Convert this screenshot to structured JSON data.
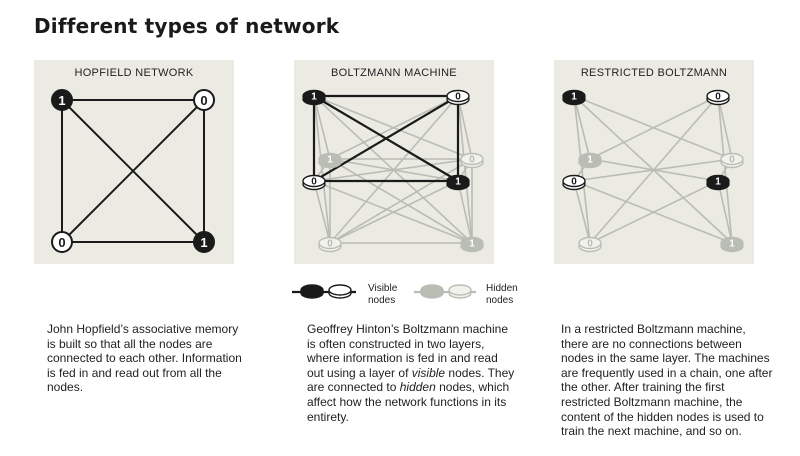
{
  "title": "Different types of network",
  "panels": [
    {
      "name": "hopfield",
      "title": "HOPFIELD NETWORK",
      "nodes": [
        {
          "id": "a",
          "value": "1",
          "type": "visible",
          "state": "on"
        },
        {
          "id": "b",
          "value": "0",
          "type": "visible",
          "state": "off"
        },
        {
          "id": "c",
          "value": "0",
          "type": "visible",
          "state": "off"
        },
        {
          "id": "d",
          "value": "1",
          "type": "visible",
          "state": "on"
        }
      ]
    },
    {
      "name": "boltzmann",
      "title": "BOLTZMANN MACHINE",
      "nodes": [
        {
          "id": "v1",
          "value": "1",
          "type": "visible",
          "state": "on"
        },
        {
          "id": "v2",
          "value": "0",
          "type": "visible",
          "state": "off"
        },
        {
          "id": "v3",
          "value": "0",
          "type": "visible",
          "state": "off"
        },
        {
          "id": "v4",
          "value": "1",
          "type": "visible",
          "state": "on"
        },
        {
          "id": "h1",
          "value": "1",
          "type": "hidden",
          "state": "on"
        },
        {
          "id": "h2",
          "value": "0",
          "type": "hidden",
          "state": "off"
        },
        {
          "id": "h3",
          "value": "0",
          "type": "hidden",
          "state": "off"
        },
        {
          "id": "h4",
          "value": "1",
          "type": "hidden",
          "state": "on"
        }
      ]
    },
    {
      "name": "restricted",
      "title": "RESTRICTED BOLTZMANN",
      "nodes": [
        {
          "id": "v1",
          "value": "1",
          "type": "visible",
          "state": "on"
        },
        {
          "id": "v2",
          "value": "0",
          "type": "visible",
          "state": "off"
        },
        {
          "id": "v3",
          "value": "0",
          "type": "visible",
          "state": "off"
        },
        {
          "id": "v4",
          "value": "1",
          "type": "visible",
          "state": "on"
        },
        {
          "id": "h1",
          "value": "1",
          "type": "hidden",
          "state": "on"
        },
        {
          "id": "h2",
          "value": "0",
          "type": "hidden",
          "state": "off"
        },
        {
          "id": "h3",
          "value": "0",
          "type": "hidden",
          "state": "off"
        },
        {
          "id": "h4",
          "value": "1",
          "type": "hidden",
          "state": "on"
        }
      ]
    }
  ],
  "legend": {
    "visible_line1": "Visible",
    "visible_line2": "nodes",
    "hidden_line1": "Hidden",
    "hidden_line2": "nodes"
  },
  "descriptions": {
    "hopfield": "John Hopfield’s associative memory is built so that all the nodes are connected to each other. Information is fed in and read out from all the nodes.",
    "boltzmann_parts": [
      "Geoffrey Hinton’s Boltzmann machine is often constructed in two layers, where information is fed in and read out using a layer of ",
      "visible",
      " nodes. They are connected to ",
      "hidden",
      " nodes, which affect how the network functions in its entirety."
    ],
    "restricted": "In a restricted Boltzmann machine, there are no connections between nodes in the same layer. The machines are frequently used in a chain, one after the other. After training the first restricted Boltzmann machine, the content of the hidden nodes is used to train the next machine, and so on."
  },
  "colors": {
    "panel_bg": "#ecebe3",
    "visible_on": "#1a1a1a",
    "visible_off": "#ffffff",
    "hidden_on": "#b9bdb3",
    "hidden_off": "#f2f2ec",
    "hidden_line": "#b9bdb3",
    "visible_line": "#1a1a1a"
  }
}
